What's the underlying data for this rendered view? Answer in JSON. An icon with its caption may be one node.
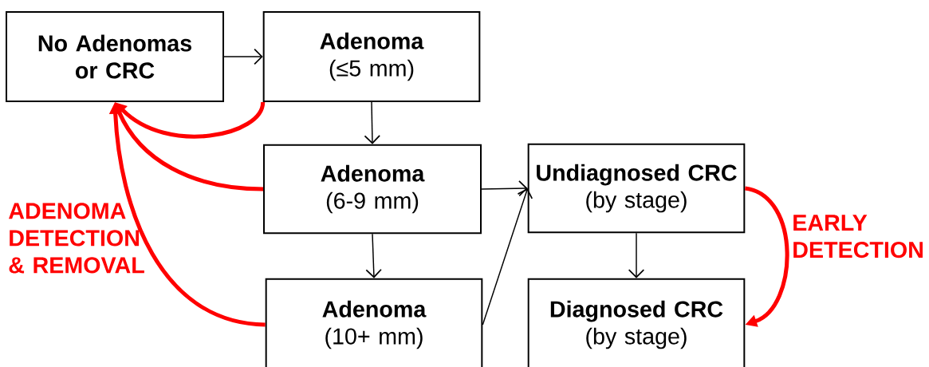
{
  "diagram": {
    "nodes": [
      {
        "text": [
          "No Adenomas or CRC"
        ]
      },
      {
        "text": [
          "Adenoma",
          "(≤5 mm)"
        ]
      },
      {
        "text": [
          "Adenoma",
          "(6-9 mm)"
        ]
      },
      {
        "text": [
          "Undiagnosed CRC",
          "(by stage)"
        ]
      },
      {
        "text": [
          "Adenoma",
          "(10+ mm)"
        ]
      },
      {
        "text": [
          "Diagnosed CRC",
          "(by stage)"
        ]
      }
    ],
    "edges": [
      {
        "from": 0,
        "to": 1,
        "arrow": "to"
      },
      {
        "from": 1,
        "to": 0,
        "arrow": "to",
        "style": "thick",
        "color": "#ff0000"
      },
      {
        "from": 1,
        "to": 2,
        "arrow": "to"
      },
      {
        "from": 2,
        "to": 0,
        "arrow": "to",
        "style": "thick",
        "color": "#ff0000"
      },
      {
        "from": 2,
        "to": 3,
        "arrow": "to"
      },
      {
        "from": 2,
        "to": 4,
        "arrow": "to"
      },
      {
        "from": 4,
        "to": 0,
        "arrow": "to",
        "style": "thick",
        "color": "#ff0000",
        "label": "ADENOMA DETECTION & REMOVAL"
      },
      {
        "from": 4,
        "to": 3,
        "arrow": "to"
      },
      {
        "from": 3,
        "to": 5,
        "arrow": "to"
      },
      {
        "from": 3,
        "to": 5,
        "arrow": "to",
        "style": "thick",
        "color": "#ff0000",
        "label": "EARLY DETECTION"
      }
    ]
  }
}
